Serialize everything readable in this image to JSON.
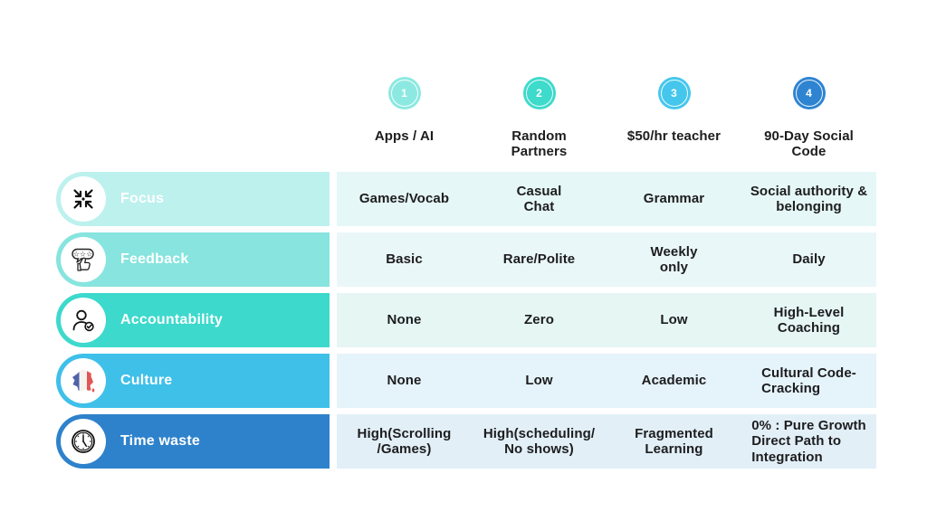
{
  "header": {
    "columns": [
      {
        "number": "1",
        "label": "Apps / AI",
        "circle_color": "#8ce9e1"
      },
      {
        "number": "2",
        "label": "Random\nPartners",
        "circle_color": "#3edacb"
      },
      {
        "number": "3",
        "label": "$50/hr teacher",
        "circle_color": "#45c7ed"
      },
      {
        "number": "4",
        "label": "90-Day Social\nCode",
        "circle_color": "#2e84d1"
      }
    ]
  },
  "rows": [
    {
      "label": "Focus",
      "icon": "focus-arrows-icon",
      "pill_color": "#bdf1ee",
      "band_color": "#e6f7f7",
      "cells": [
        "Games/Vocab",
        "Casual\nChat",
        "Grammar",
        "Social authority &\nbelonging"
      ]
    },
    {
      "label": "Feedback",
      "icon": "feedback-stars-thumb-icon",
      "pill_color": "#87e4de",
      "band_color": "#eaf7f9",
      "cells": [
        "Basic",
        "Rare/Polite",
        "Weekly\nonly",
        "Daily"
      ]
    },
    {
      "label": "Accountability",
      "icon": "person-check-icon",
      "pill_color": "#3cd9cc",
      "band_color": "#e5f6f3",
      "cells": [
        "None",
        "Zero",
        "Low",
        "High-Level\nCoaching"
      ]
    },
    {
      "label": "Culture",
      "icon": "france-map-icon",
      "pill_color": "#3ec0e9",
      "band_color": "#e5f3fa",
      "cells": [
        "None",
        "Low",
        "Academic",
        "Cultural Code-\nCracking"
      ]
    },
    {
      "label": "Time waste",
      "icon": "clock-icon",
      "pill_color": "#2e82cb",
      "band_color": "#e2eff7",
      "cells": [
        "High(Scrolling\n/Games)",
        "High(scheduling/\nNo shows)",
        "Fragmented\nLearning",
        "0% : Pure Growth\nDirect Path to\nIntegration"
      ]
    }
  ],
  "colors": {
    "text": "#1d1d1f",
    "france_blue": "#4f63a8",
    "france_red": "#e25555"
  }
}
